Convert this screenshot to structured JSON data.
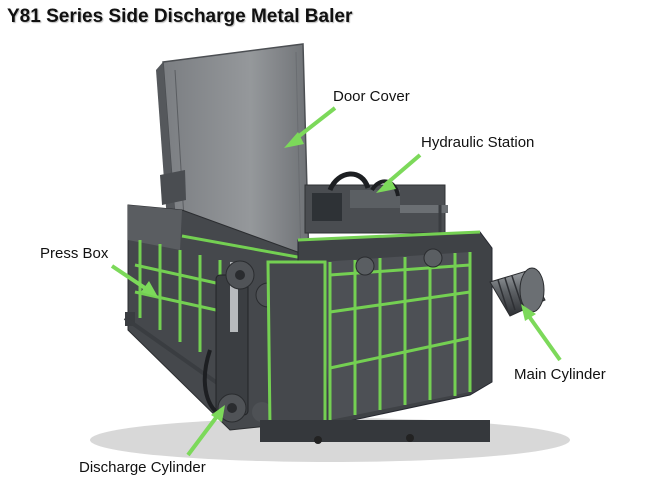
{
  "title": "Y81 Series Side Discharge Metal Baler",
  "labels": {
    "door_cover": "Door Cover",
    "hydraulic_station": "Hydraulic Station",
    "press_box": "Press Box",
    "main_cylinder": "Main Cylinder",
    "discharge_cylinder": "Discharge Cylinder"
  },
  "colors": {
    "accent_green": "#74d052",
    "steel_dark": "#3f4246",
    "steel_mid": "#55595e",
    "door_plate": "#8a8d90",
    "callout_green": "#7cd95a"
  }
}
